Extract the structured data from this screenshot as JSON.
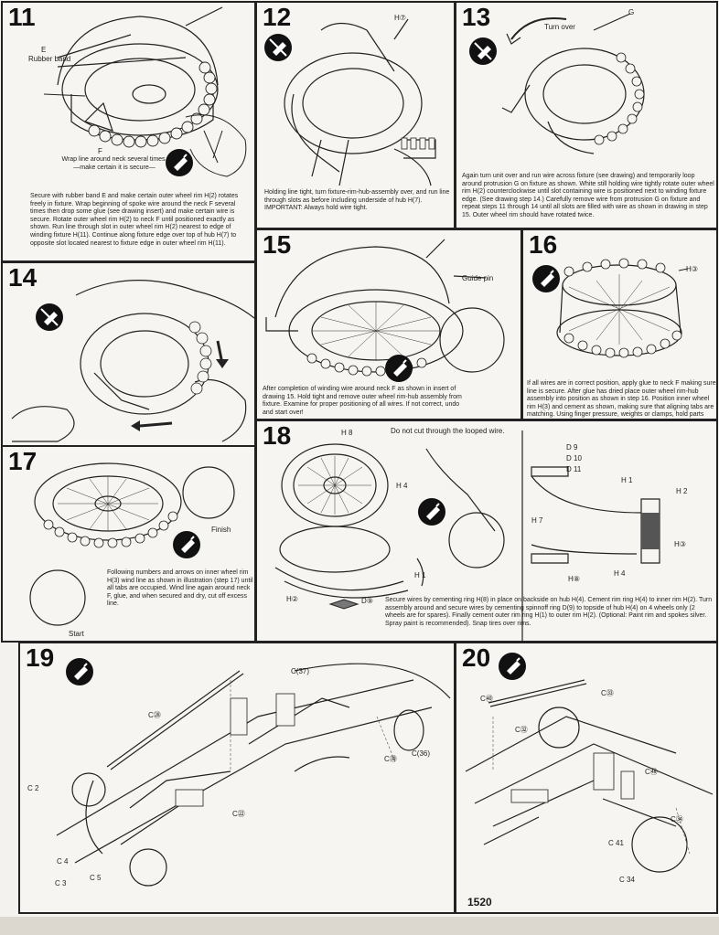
{
  "steps": [
    {
      "number": "11",
      "labels": [
        "E",
        "Rubber band",
        "F"
      ],
      "callout": "Wrap line around neck several times.\n—make certain it is secure—",
      "text": "Secure with rubber band E and make certain outer wheel rim H(2) rotates freely in fixture. Wrap beginning of spoke wire around the neck F several times then drop some glue (see drawing insert) and make certain wire is secure. Rotate outer wheel rim H(2) to neck F until positioned exactly as shown. Run line through slot in outer wheel rim H(2) nearest to edge of winding fixture H(11). Continue along fixture edge over top of hub H(7) to opposite slot located nearest to fixture edge in outer wheel rim H(11)."
    },
    {
      "number": "12",
      "labels": [
        "H⑦"
      ],
      "text": "Holding line tight, turn fixture-rim-hub-assembly over, and run line through slots as before including underside of hub H(7).\nIMPORTANT: Always hold wire tight."
    },
    {
      "number": "13",
      "labels": [
        "G",
        "Turn over"
      ],
      "text": "Again turn unit over and run wire across fixture (see drawing) and temporarily loop around protrusion G on fixture as shown. White still holding wire tightly rotate outer wheel rim H(2) counterclockwise until slot containing wire is positioned next to winding fixture edge. (See drawing step 14.) Carefully remove wire from protrusion G on fixture and repeat steps 11 through 14 until all slots are filled with wire as shown in drawing in step 15. Outer wheel rim should have rotated twice."
    },
    {
      "number": "14",
      "labels": []
    },
    {
      "number": "15",
      "labels": [
        "Guide pin"
      ],
      "text": "After completion of winding wire around neck F as shown in insert of drawing 15. Hold tight and remove outer wheel rim-hub assembly from fixture. Examine for proper positioning of all wires. If not correct, undo and start over!"
    },
    {
      "number": "16",
      "labels": [
        "H③"
      ],
      "text": "If all wires are in correct position, apply glue to neck F making sure line is secure. After glue has dried place outer wheel rim-hub assembly into position as shown in step 16. Position inner wheel rim H(3) and cement as shown, making sure that aligning tabs are matching. Using finger pressure, weights or clamps, hold parts until cement sets."
    },
    {
      "number": "17",
      "labels": [
        "Finish",
        "Start"
      ],
      "text": "Following numbers and arrows on inner wheel rim H(3) wind line as shown in illustration (step 17) until all tabs are occupied. Wind line again around neck F, glue, and when secured and dry, cut off excess line."
    },
    {
      "number": "18",
      "labels": [
        "H 8",
        "Do not cut through the looped wire.",
        "H 4",
        "H 1",
        "H②",
        "D⑨",
        "D 9",
        "D 10",
        "D 11",
        "H 1",
        "H 2",
        "H 7",
        "H③",
        "H⑧",
        "H 4"
      ],
      "text": "Secure wires by cementing ring H(8) in place on backside on hub H(4). Cement rim ring H(4) to inner rim H(2). Turn assembly around and secure wires by cementing spinnoff ring D(9) to topside of hub H(4) on 4 wheels only (2 wheels are for spares). Finally cement outer rim ring H(1) to outer rim H(2). (Optional: Paint rim and spokes silver. Spray paint is recommended). Snap tires over rims."
    },
    {
      "number": "19",
      "labels": [
        "C(37)",
        "C㉘",
        "C㊴",
        "C(36)",
        "C 2",
        "C㉒",
        "C 4",
        "C 3",
        "C 5"
      ]
    },
    {
      "number": "20",
      "labels": [
        "C㊵",
        "C㉝",
        "C㉜",
        "C㊽",
        "C㉞",
        "C 41",
        "C 34"
      ]
    }
  ],
  "page_number": "1520",
  "icons": {
    "glue": "glue-bottle-icon",
    "no_glue": "no-glue-icon"
  }
}
